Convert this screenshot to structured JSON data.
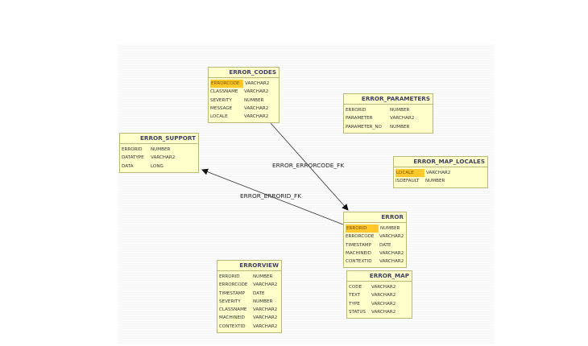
{
  "entities": {
    "error_codes": {
      "title": "ERROR_CODES",
      "columns": [
        {
          "name": "ERRORCODE",
          "type": "VARCHAR2",
          "pk": true
        },
        {
          "name": "CLASSNAME",
          "type": "VARCHAR2"
        },
        {
          "name": "SEVERITY",
          "type": "NUMBER"
        },
        {
          "name": "MESSAGE",
          "type": "VARCHAR2"
        },
        {
          "name": "LOCALE",
          "type": "VARCHAR2"
        }
      ]
    },
    "error_parameters": {
      "title": "ERROR_PARAMETERS",
      "columns": [
        {
          "name": "ERRORID",
          "type": "NUMBER"
        },
        {
          "name": "PARAMETER",
          "type": "VARCHAR2"
        },
        {
          "name": "PARAMETER_NO",
          "type": "NUMBER"
        }
      ]
    },
    "error_support": {
      "title": "ERROR_SUPPORT",
      "columns": [
        {
          "name": "ERRORID",
          "type": "NUMBER"
        },
        {
          "name": "DATATYPE",
          "type": "VARCHAR2"
        },
        {
          "name": "DATA",
          "type": "LONG"
        }
      ]
    },
    "error_map_locales": {
      "title": "ERROR_MAP_LOCALES",
      "columns": [
        {
          "name": "LOCALE",
          "type": "VARCHAR2",
          "pk": true
        },
        {
          "name": "ISDEFAULT",
          "type": "NUMBER"
        }
      ]
    },
    "error": {
      "title": "ERROR",
      "columns": [
        {
          "name": "ERRORID",
          "type": "NUMBER",
          "pk": true
        },
        {
          "name": "ERRORCODE",
          "type": "VARCHAR2"
        },
        {
          "name": "TIMESTAMP",
          "type": "DATE"
        },
        {
          "name": "MACHINEID",
          "type": "VARCHAR2"
        },
        {
          "name": "CONTEXTID",
          "type": "VARCHAR2"
        }
      ]
    },
    "errorview": {
      "title": "ERRORVIEW",
      "columns": [
        {
          "name": "ERRORID",
          "type": "NUMBER"
        },
        {
          "name": "ERRORCODE",
          "type": "VARCHAR2"
        },
        {
          "name": "TIMESTAMP",
          "type": "DATE"
        },
        {
          "name": "SEVERITY",
          "type": "NUMBER"
        },
        {
          "name": "CLASSNAME",
          "type": "VARCHAR2"
        },
        {
          "name": "MACHINEID",
          "type": "VARCHAR2"
        },
        {
          "name": "CONTEXTID",
          "type": "VARCHAR2"
        }
      ]
    },
    "error_map": {
      "title": "ERROR_MAP",
      "columns": [
        {
          "name": "CODE",
          "type": "VARCHAR2"
        },
        {
          "name": "TEXT",
          "type": "VARCHAR2"
        },
        {
          "name": "TYPE",
          "type": "VARCHAR2"
        },
        {
          "name": "STATUS",
          "type": "VARCHAR2"
        }
      ]
    }
  },
  "relationships": [
    {
      "label": "ERROR_ERRORCODE_FK",
      "from": "error_codes",
      "to": "error"
    },
    {
      "label": "ERROR_ERRORID_FK",
      "from": "error",
      "to": "error_support"
    }
  ],
  "colors": {
    "entity_fill": "#ffffcc",
    "entity_border": "#b8b87a",
    "key_highlight": "#ffc92b",
    "title_text": "#404060"
  }
}
